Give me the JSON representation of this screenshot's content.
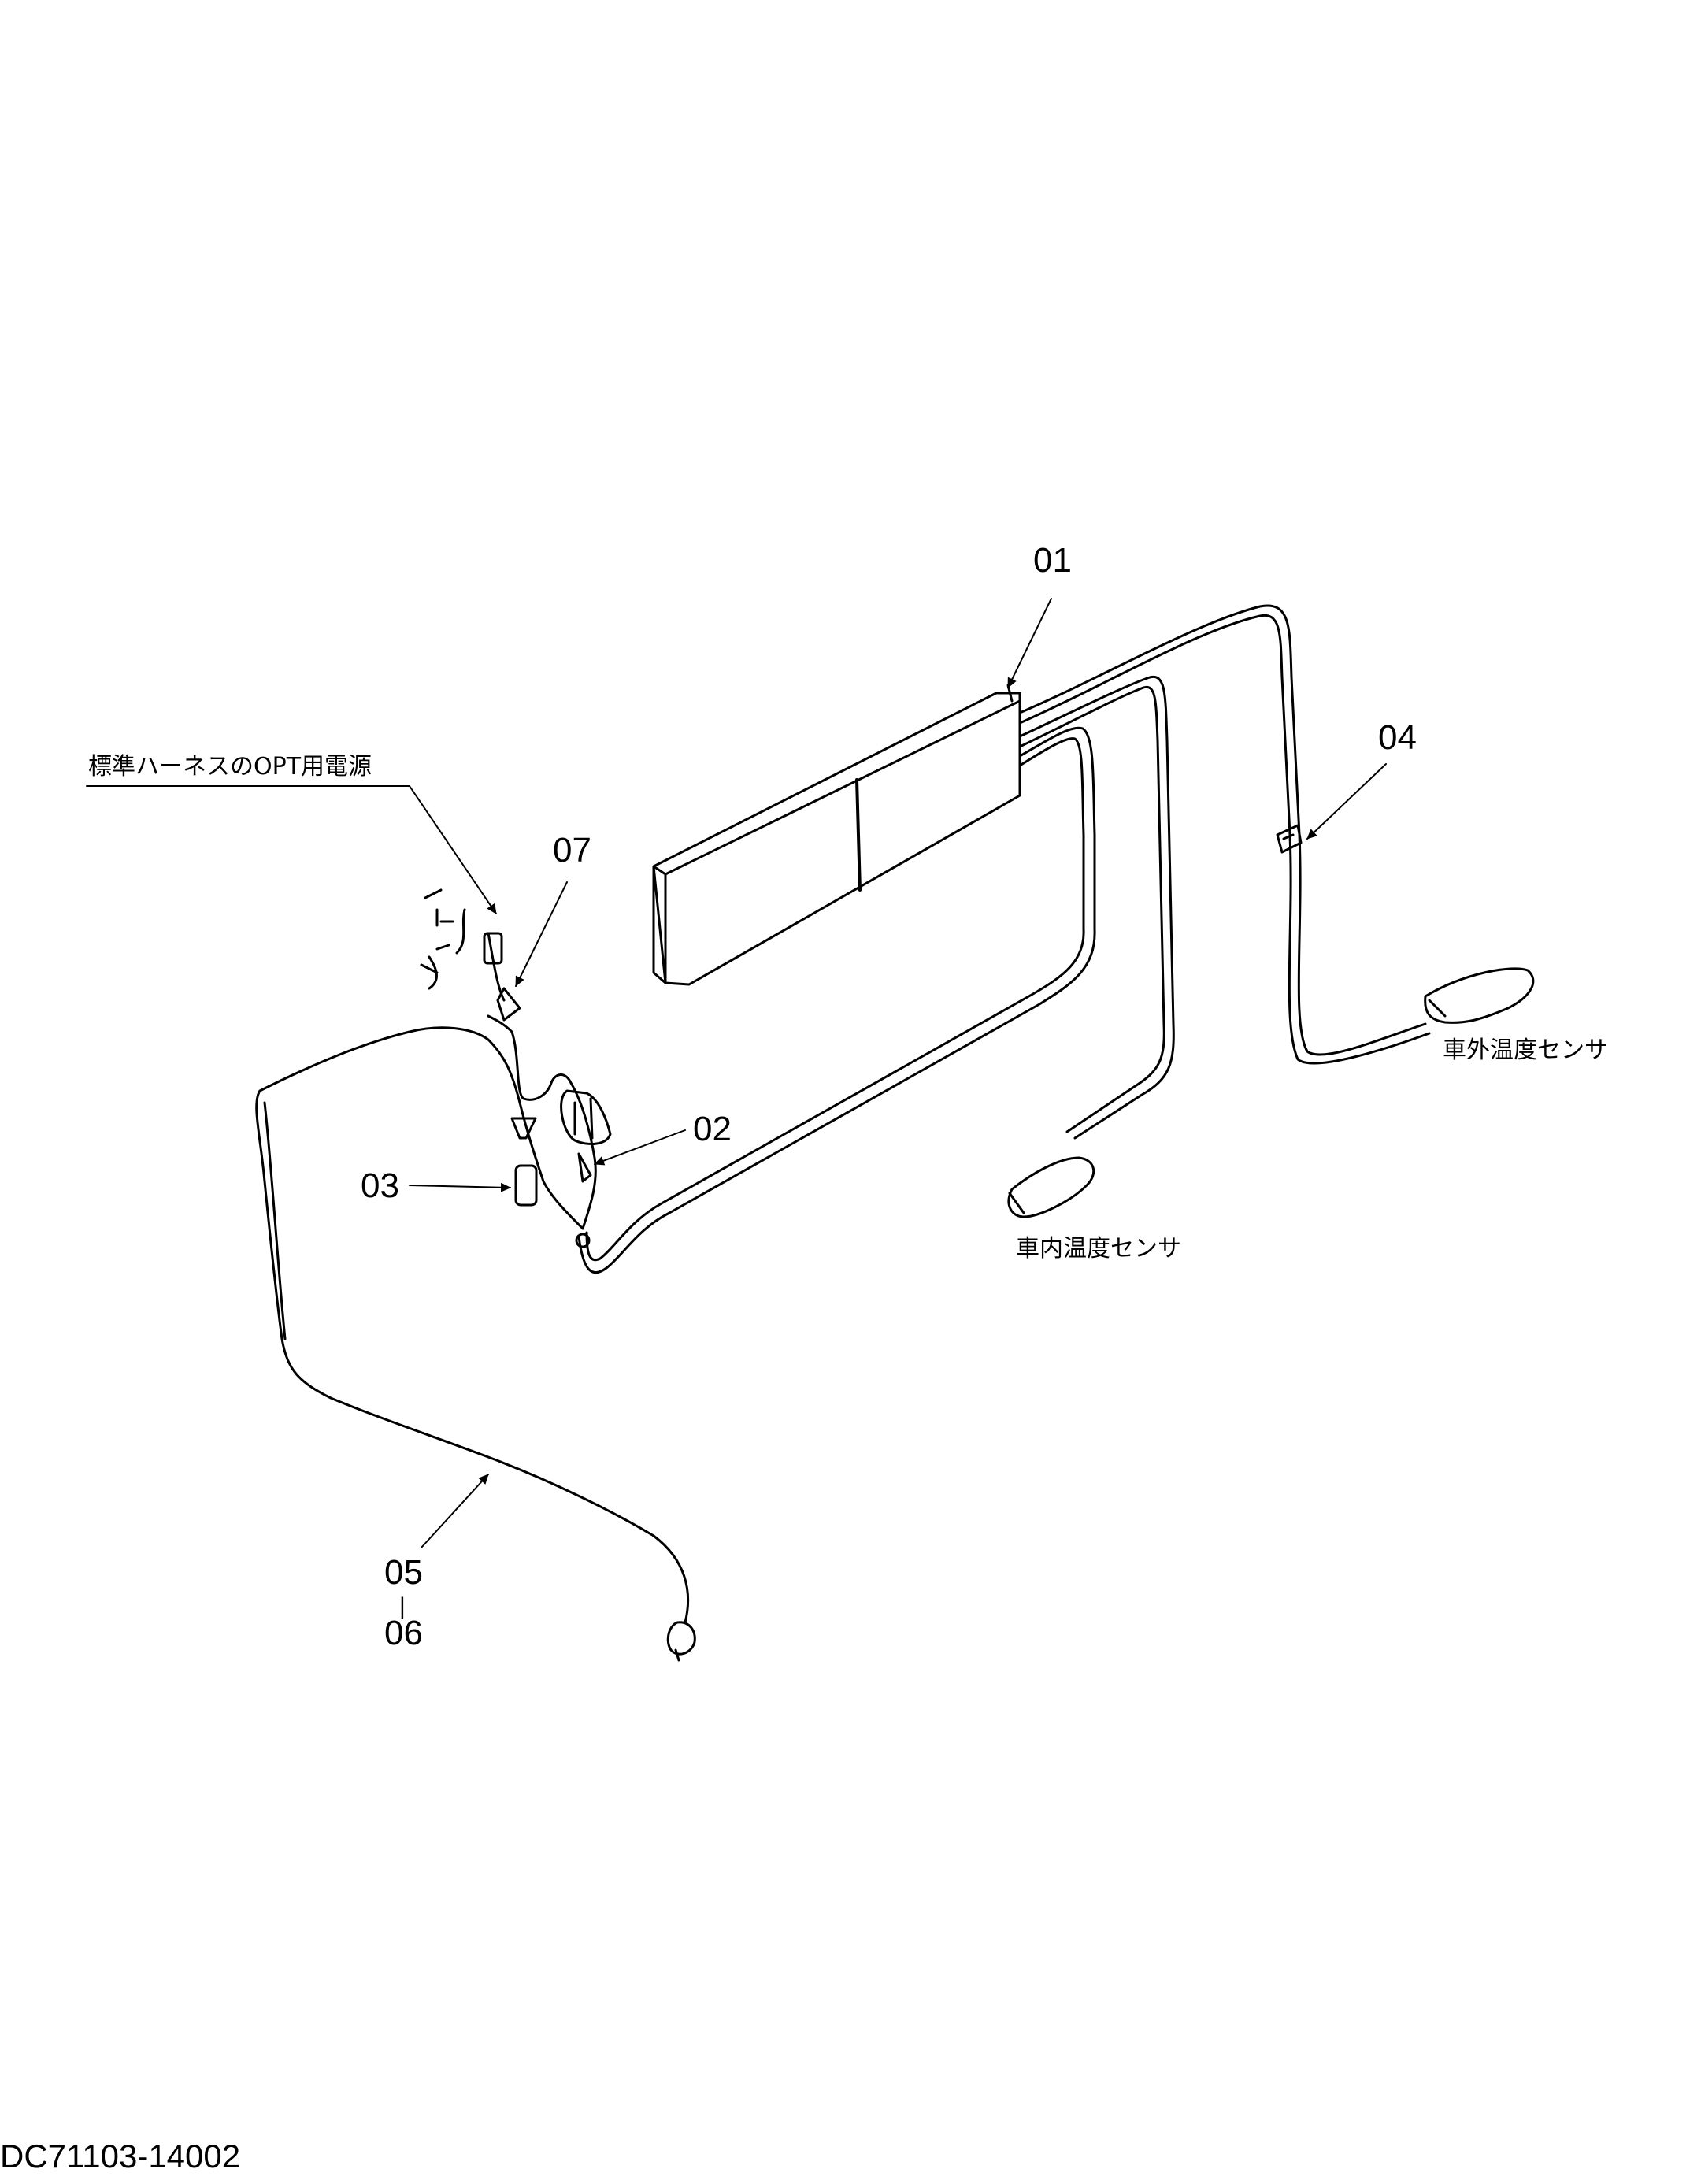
{
  "callouts": {
    "p01": "01",
    "p02": "02",
    "p03": "03",
    "p04": "04",
    "p05": "05",
    "p05_sep": "|",
    "p06": "06",
    "p07": "07"
  },
  "labels": {
    "power_source": "標準ハーネスのOPT用電源",
    "inside_temp_sensor": "車内温度センサ",
    "outside_temp_sensor": "車外温度センサ"
  },
  "document_id": "DC71103-14002"
}
